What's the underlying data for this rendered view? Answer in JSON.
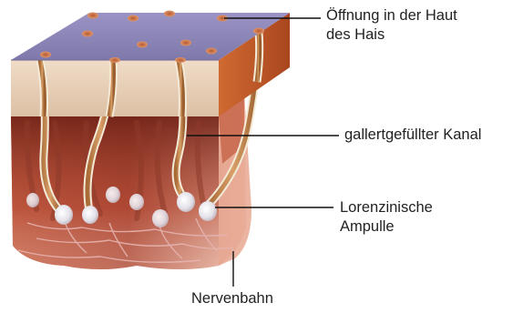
{
  "labels": {
    "skin_opening": [
      "Öffnung in der Haut",
      "des Hais"
    ],
    "canal": [
      "gallertgefüllter Kanal"
    ],
    "ampulla": [
      "Lorenzinische",
      "Ampulle"
    ],
    "nerve": [
      "Nervenbahn"
    ]
  },
  "colors": {
    "skin_top": "#8e88b8",
    "skin_side": "#c8602a",
    "epidermis": "#e6cfb8",
    "tissue": "#b04a38",
    "tissue_dark": "#7e2a1e",
    "canal_fill": "#c2894e",
    "canal_outline": "#f3ead8",
    "ampulla": "#f2f2f4",
    "nerve": "#e0a8a8",
    "pore": "#d07a4e",
    "leader_line": "#111111"
  }
}
